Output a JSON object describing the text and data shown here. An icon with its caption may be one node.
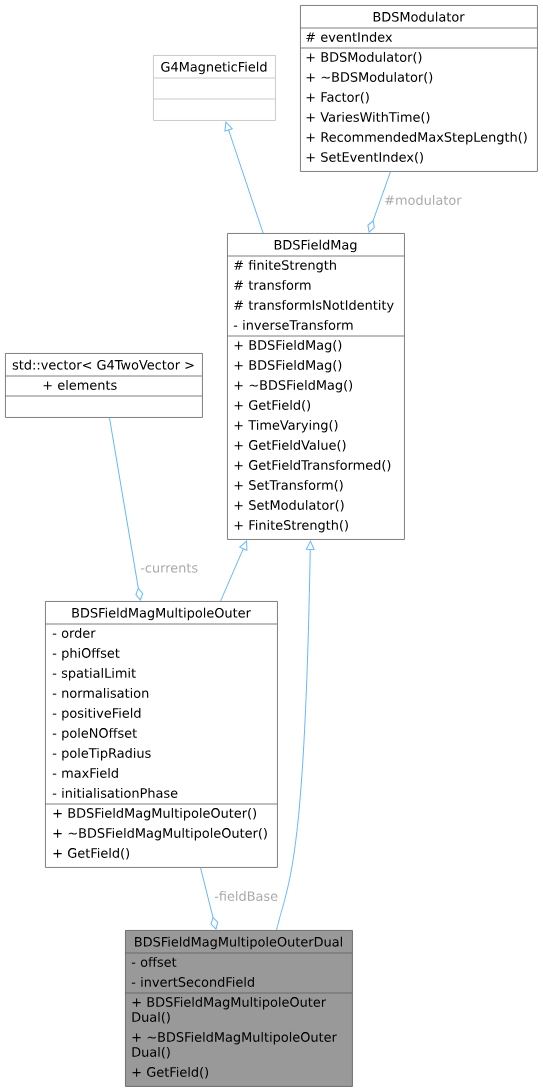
{
  "diagram": {
    "nodes": [
      {
        "text": [
          "G4MagneticField"
        ]
      },
      {
        "text": [
          "BDSModulator",
          "# eventIndex",
          "+ BDSModulator()",
          "+ ~BDSModulator()",
          "+ Factor()",
          "+ VariesWithTime()",
          "+ RecommendedMaxStepLength()",
          "+ SetEventIndex()"
        ]
      },
      {
        "text": [
          "BDSFieldMag",
          "# finiteStrength",
          "# transform",
          "# transformIsNotIdentity",
          "- inverseTransform",
          "+ BDSFieldMag()",
          "+ BDSFieldMag()",
          "+ ~BDSFieldMag()",
          "+ GetField()",
          "+ TimeVarying()",
          "+ GetFieldValue()",
          "+ GetFieldTransformed()",
          "+ SetTransform()",
          "+ SetModulator()",
          "+ FiniteStrength()"
        ]
      },
      {
        "text": [
          "std::vector< G4TwoVector >",
          "+ elements"
        ]
      },
      {
        "text": [
          "BDSFieldMagMultipoleOuter",
          "- order",
          "- phiOffset",
          "- spatialLimit",
          "- normalisation",
          "- positiveField",
          "- poleNOffset",
          "- poleTipRadius",
          "- maxField",
          "- initialisationPhase",
          "+ BDSFieldMagMultipoleOuter()",
          "+ ~BDSFieldMagMultipoleOuter()",
          "+ GetField()"
        ]
      },
      {
        "text": [
          "BDSFieldMagMultipoleOuterDual",
          "- offset",
          "- invertSecondField",
          "+ BDSFieldMagMultipoleOuter Dual()",
          "+ ~BDSFieldMagMultipoleOuter Dual()",
          "+ GetField()"
        ]
      }
    ],
    "edges": [
      {
        "from": 2,
        "to": 0,
        "arrow": "to"
      },
      {
        "from": 1,
        "to": 2,
        "arrow": "other",
        "label": "#modulator"
      },
      {
        "from": 3,
        "to": 4,
        "arrow": "other",
        "label": "-currents"
      },
      {
        "from": 4,
        "to": 2,
        "arrow": "to"
      },
      {
        "from": 4,
        "to": 5,
        "arrow": "other",
        "label": "-fieldBase"
      },
      {
        "from": 5,
        "to": 2,
        "arrow": "to"
      }
    ]
  }
}
